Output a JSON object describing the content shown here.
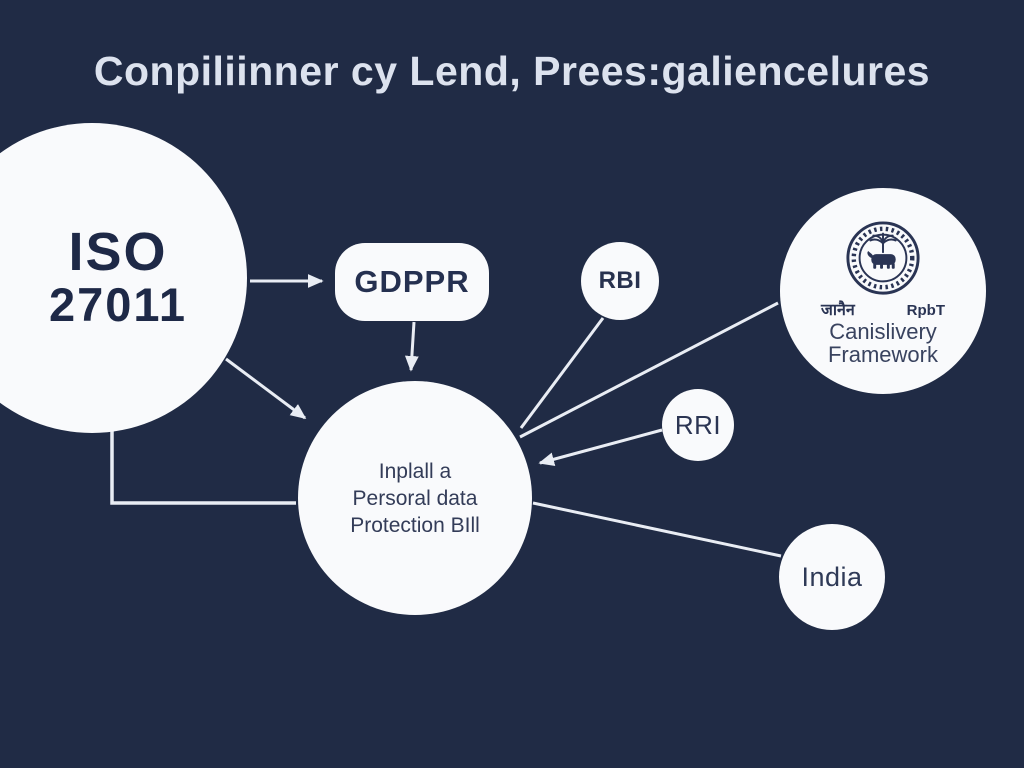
{
  "title": "Conpiliinner cy Lend, Prees:galiencelures",
  "colors": {
    "background": "#202b45",
    "node_fill": "#f9fafc",
    "node_text": "#222c4e",
    "connector_line": "#e9edf4",
    "title_text": "#dce2ee"
  },
  "nodes": {
    "iso": {
      "title": "ISO",
      "subtitle": "27011"
    },
    "gdpr": {
      "label": "GDPPR"
    },
    "rbi": {
      "label": "RBI"
    },
    "rri": {
      "label": "RRI"
    },
    "india": {
      "label": "India"
    },
    "central": {
      "line1": "Inplall a",
      "line2": "Persoral data",
      "line3": "Protection BIll"
    },
    "framework": {
      "icon": "rbi-seal-icon",
      "caption_left": "जानैन",
      "caption_right": "RpbT",
      "line1": "Canislivery",
      "line2": "Framework"
    }
  },
  "connections": [
    {
      "from": "iso",
      "to": "gdpr",
      "arrow": true
    },
    {
      "from": "iso",
      "to": "central",
      "arrow": true
    },
    {
      "from": "gdpr",
      "to": "central",
      "arrow": true
    },
    {
      "from": "iso",
      "to": "central",
      "arrow": false,
      "style": "elbow"
    },
    {
      "from": "rbi",
      "to": "central",
      "arrow": false
    },
    {
      "from": "framework",
      "to": "central",
      "arrow": false
    },
    {
      "from": "rri",
      "to": "central",
      "arrow": true
    },
    {
      "from": "central",
      "to": "india",
      "arrow": false
    }
  ]
}
